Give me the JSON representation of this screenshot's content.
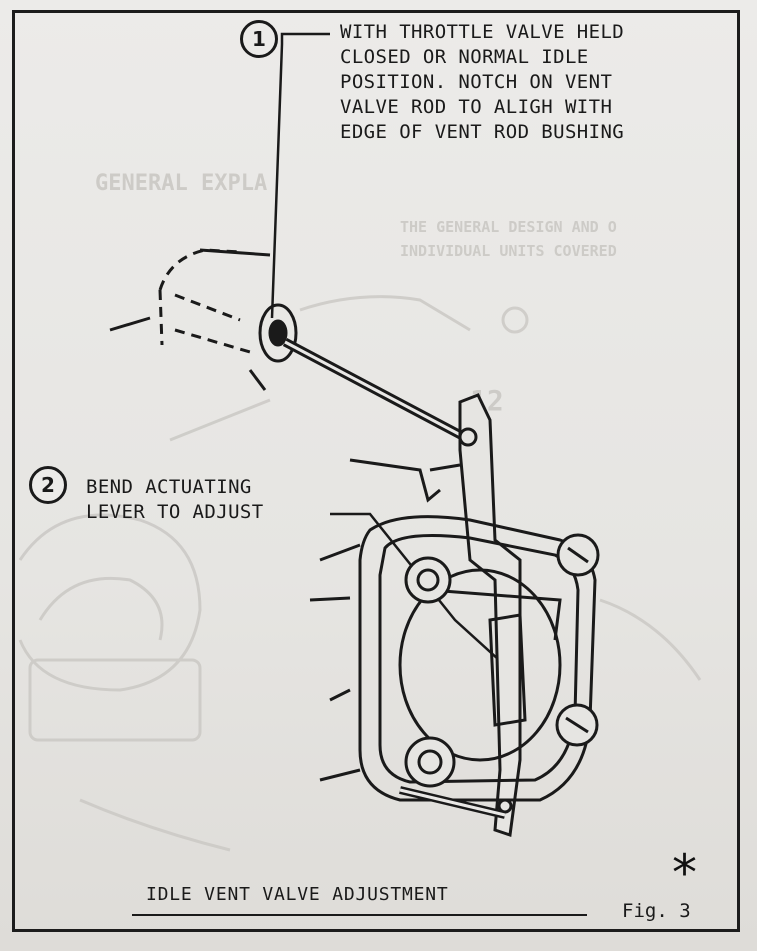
{
  "callouts": [
    {
      "number": "1",
      "text": "WITH THROTTLE VALVE HELD\nCLOSED OR NORMAL IDLE\nPOSITION. NOTCH ON VENT\nVALVE ROD TO ALIGH WITH\nEDGE OF VENT ROD BUSHING"
    },
    {
      "number": "2",
      "text": "BEND ACTUATING\nLEVER TO ADJUST"
    }
  ],
  "caption": "IDLE VENT VALVE ADJUSTMENT",
  "figure_label": "Fig. 3",
  "marking": "*",
  "colors": {
    "ink": "#1a1a1a",
    "paper": "#e9e8e6",
    "bleed_through": "#c9c7c3"
  }
}
